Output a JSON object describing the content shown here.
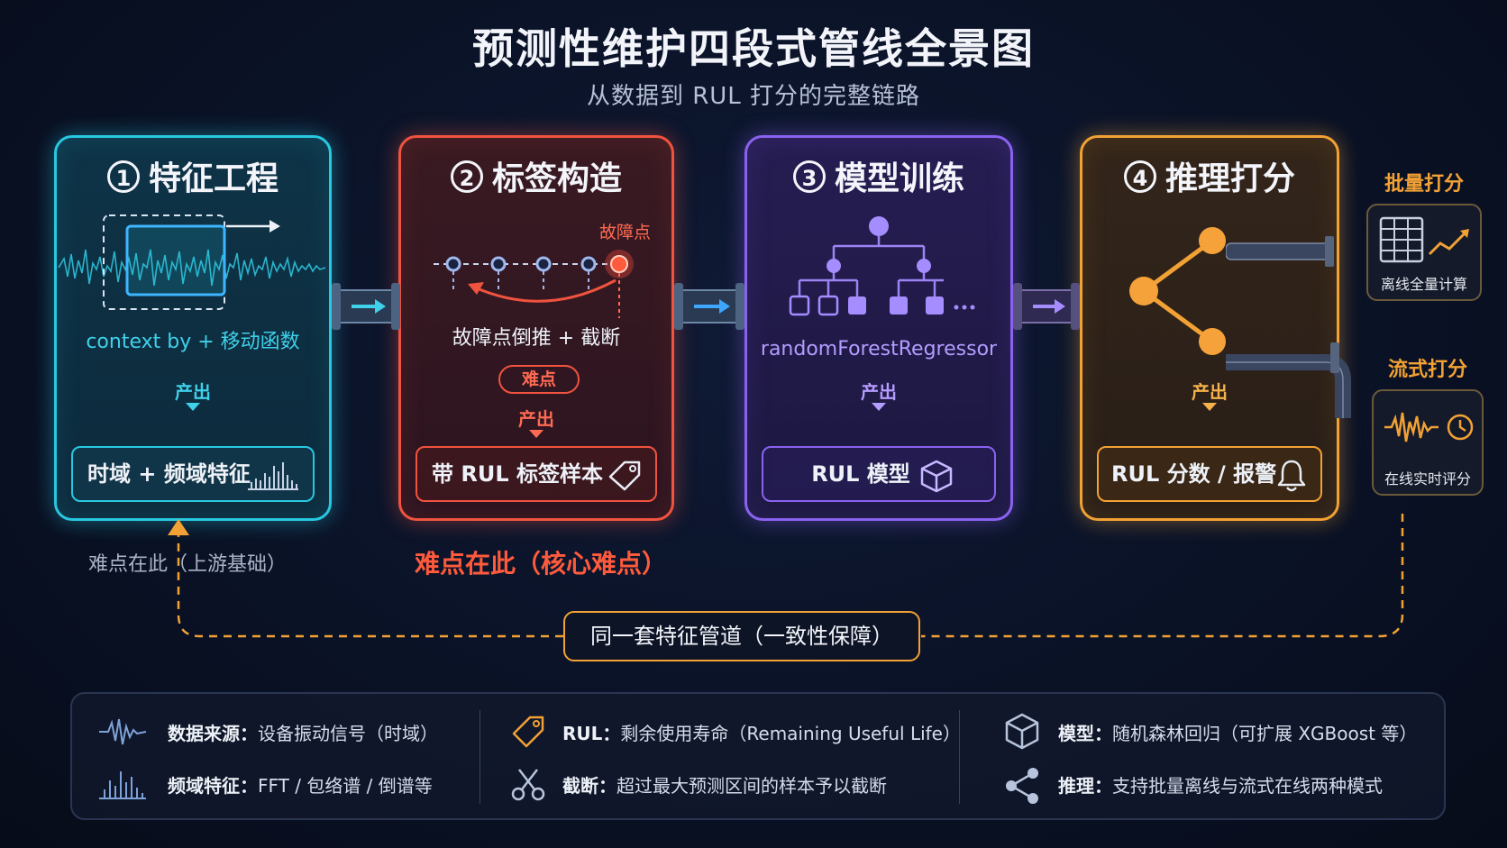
{
  "title": "预测性维护四段式管线全景图",
  "subtitle": "从数据到 RUL 打分的完整链路",
  "stages": [
    {
      "num": "1",
      "name": "特征工程",
      "desc": "context by + 移动函数",
      "out_label": "产出",
      "out_box": "时域 + 频域特征",
      "color": "#27c8e0"
    },
    {
      "num": "2",
      "name": "标签构造",
      "fault_label": "故障点",
      "desc": "故障点倒推 + 截断",
      "badge": "难点",
      "out_label": "产出",
      "out_box": "带 RUL 标签样本",
      "color": "#f0533e"
    },
    {
      "num": "3",
      "name": "模型训练",
      "desc": "randomForestRegressor",
      "out_label": "产出",
      "out_box": "RUL 模型",
      "color": "#8a62f0"
    },
    {
      "num": "4",
      "name": "推理打分",
      "out_label": "产出",
      "out_box": "RUL 分数 / 报警",
      "color": "#f2a134"
    }
  ],
  "notes": {
    "stage1": "难点在此（上游基础）",
    "stage2": "难点在此（核心难点）"
  },
  "side": {
    "batch_title": "批量打分",
    "batch_caption": "离线全量计算",
    "stream_title": "流式打分",
    "stream_caption": "在线实时评分"
  },
  "feedback": "同一套特征管道（一致性保障）",
  "legend": {
    "data_source": {
      "key": "数据来源：",
      "val": "设备振动信号（时域）"
    },
    "freq_feature": {
      "key": "频域特征：",
      "val": "FFT / 包络谱 / 倒谱等"
    },
    "rul": {
      "key": "RUL：",
      "val": "剩余使用寿命（Remaining Useful Life）"
    },
    "truncate": {
      "key": "截断：",
      "val": "超过最大预测区间的样本予以截断"
    },
    "model": {
      "key": "模型：",
      "val": "随机森林回归（可扩展 XGBoost 等）"
    },
    "inference": {
      "key": "推理：",
      "val": "支持批量离线与流式在线两种模式"
    }
  }
}
